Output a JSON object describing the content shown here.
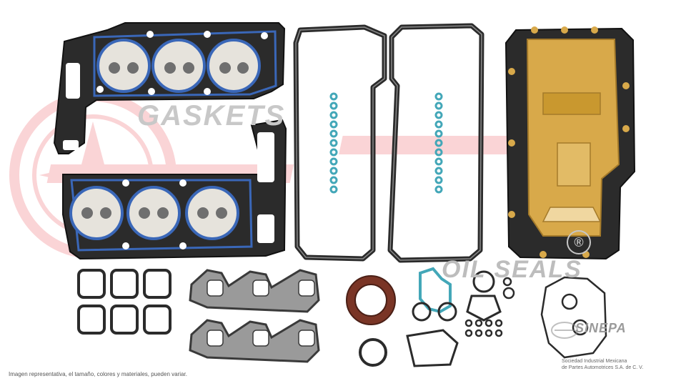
{
  "watermark": {
    "gaskets": "GASKETS",
    "oil_seals": "OIL SEALS",
    "registered": "®"
  },
  "footer": {
    "disclaimer": "Imagen representativa, el tamaño, colores y materiales, pueden variar."
  },
  "partner": {
    "name": "SINEPA",
    "line1": "Sociedad Industrial Mexicana",
    "line2": "de Partes Automotrices S.A. de C. V."
  },
  "colors": {
    "gasket_dark": "#2b2b2b",
    "gasket_blue": "#3a67b8",
    "cylinder_fill": "#e6e3dc",
    "oil_pan_gold": "#d8a94a",
    "seal_teal": "#43a7b8",
    "seal_brown": "#7a3526",
    "watermark_red": "#e63c46"
  }
}
